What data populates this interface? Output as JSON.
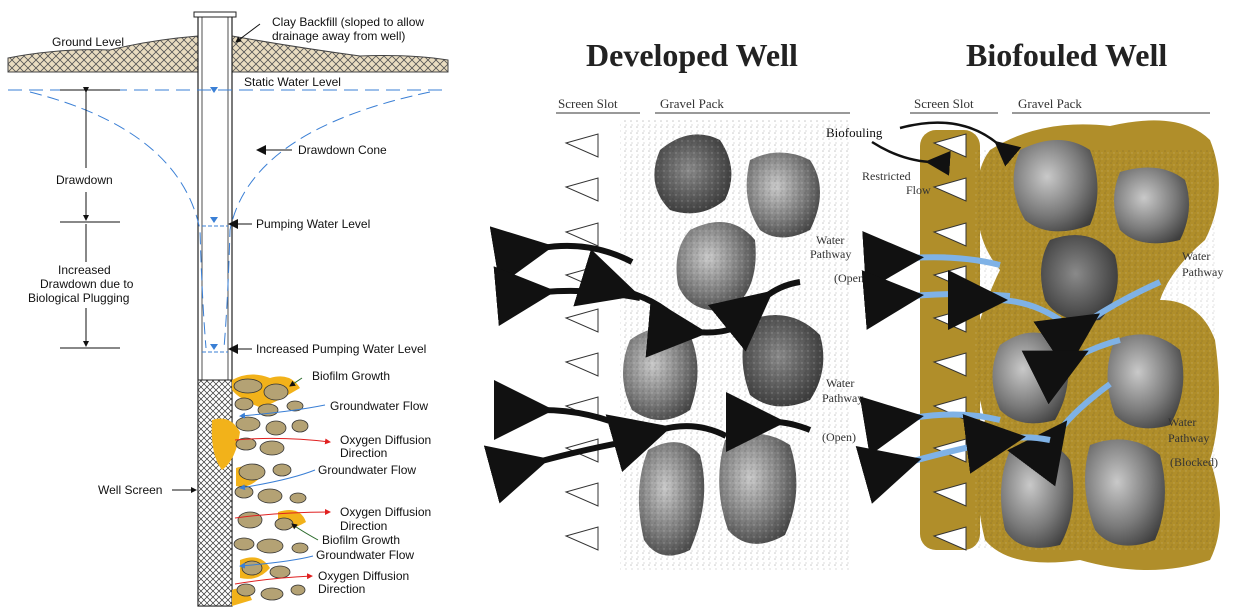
{
  "left_diagram": {
    "labels": {
      "ground_level": "Ground Level",
      "clay_backfill_1": "Clay Backfill (sloped to allow",
      "clay_backfill_2": "drainage away from well)",
      "static_water_level": "Static Water Level",
      "drawdown_cone": "Drawdown Cone",
      "drawdown": "Drawdown",
      "pumping_water_level": "Pumping Water Level",
      "increased_drawdown_1": "Increased",
      "increased_drawdown_2": "Drawdown due to",
      "increased_drawdown_3": "Biological Plugging",
      "increased_pumping_water_level": "Increased Pumping Water Level",
      "biofilm_growth_1": "Biofilm Growth",
      "groundwater_flow_1": "Groundwater Flow",
      "oxygen_diffusion_1a": "Oxygen Diffusion",
      "oxygen_diffusion_1b": "Direction",
      "groundwater_flow_2": "Groundwater Flow",
      "well_screen": "Well Screen",
      "oxygen_diffusion_2a": "Oxygen Diffusion",
      "oxygen_diffusion_2b": "Direction",
      "biofilm_growth_2": "Biofilm Growth",
      "groundwater_flow_3": "Groundwater Flow",
      "oxygen_diffusion_3a": "Oxygen Diffusion",
      "oxygen_diffusion_3b": "Direction"
    }
  },
  "developed_well": {
    "title": "Developed Well",
    "screen_slot": "Screen Slot",
    "gravel_pack": "Gravel Pack",
    "water_pathway_1a": "Water",
    "water_pathway_1b": "Pathway",
    "water_pathway_1c": "(Open)",
    "water_pathway_2a": "Water",
    "water_pathway_2b": "Pathway",
    "water_pathway_2c": "(Open)"
  },
  "biofouled_well": {
    "title": "Biofouled Well",
    "screen_slot": "Screen Slot",
    "gravel_pack": "Gravel Pack",
    "biofouling": "Biofouling",
    "restricted_1": "Restricted",
    "restricted_2": "Flow",
    "water_pathway_1a": "Water",
    "water_pathway_1b": "Pathway",
    "water_pathway_2a": "Water",
    "water_pathway_2b": "Pathway",
    "water_pathway_2c": "(Blocked)"
  },
  "colors": {
    "water_line": "#3a7fd5",
    "biofilm": "#f2b21a",
    "gravel": "#b4a274",
    "oxygen_arrow": "#e02020",
    "biofouling_fill": "#b08e2a",
    "blue_arrow": "#7fb2e6"
  }
}
